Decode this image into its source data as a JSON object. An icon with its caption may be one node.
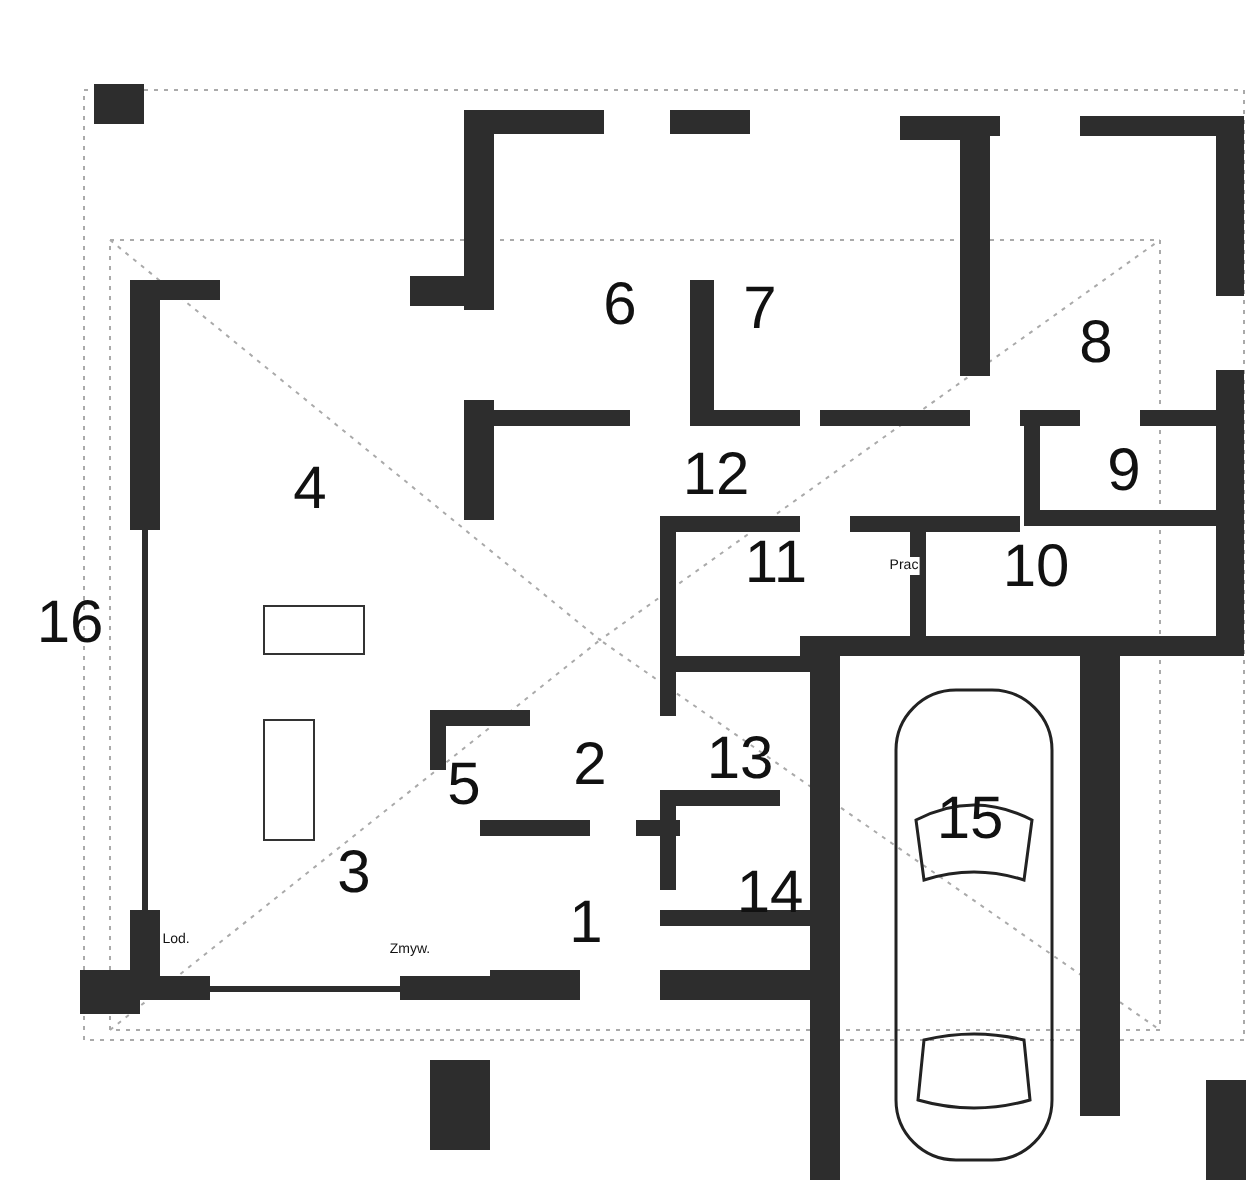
{
  "diagram": {
    "labels": [
      "6",
      "7",
      "8",
      "4",
      "12",
      "9",
      "11",
      "Prac",
      "10",
      "16",
      "2",
      "13",
      "5",
      "15",
      "3",
      "1",
      "14",
      "Lod.",
      "Zmyw."
    ]
  }
}
